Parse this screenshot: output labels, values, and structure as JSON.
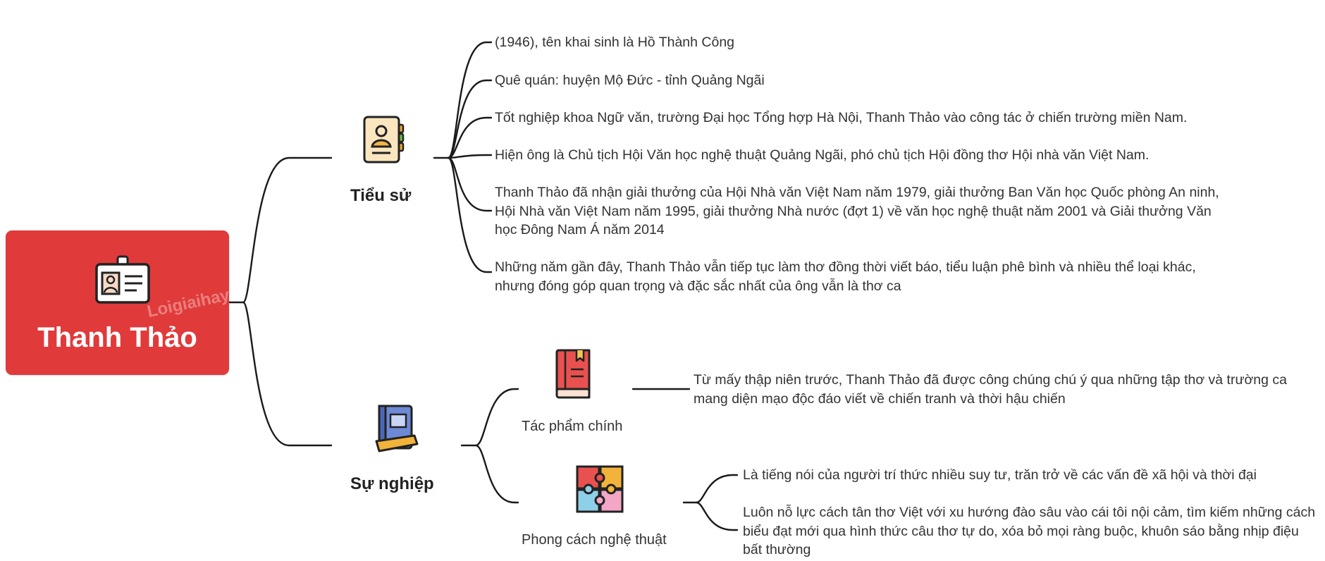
{
  "root": {
    "title": "Thanh Thảo",
    "icon": "id-card-icon",
    "watermark": "Loigiaihay"
  },
  "branches": {
    "tieu_su": {
      "label": "Tiểu sử",
      "icon": "contact-book-icon",
      "items": [
        "(1946), tên khai sinh là Hồ Thành Công",
        "Quê quán: huyện Mộ Đức - tỉnh Quảng Ngãi",
        "Tốt nghiệp khoa Ngữ văn, trường Đại học Tổng hợp Hà Nội, Thanh Thảo vào công tác ở chiến trường miền Nam.",
        "Hiện ông là Chủ tịch Hội Văn học nghệ thuật Quảng Ngãi, phó chủ tịch Hội đồng thơ Hội nhà văn Việt Nam.",
        "Thanh Thảo đã nhận giải thưởng của Hội Nhà văn Việt Nam năm 1979, giải thưởng Ban Văn học Quốc phòng An ninh, Hội Nhà văn Việt Nam năm 1995, giải thưởng Nhà nước (đợt 1) về văn học nghệ thuật năm 2001 và Giải thưởng Văn học Đông Nam Á năm 2014",
        "Những năm gần đây, Thanh Thảo vẫn tiếp tục làm thơ đồng thời viết báo, tiểu luận phê bình và nhiều thể loại khác, nhưng đóng góp quan trọng và đặc sắc nhất của ông vẫn là thơ ca"
      ]
    },
    "su_nghiep": {
      "label": "Sự nghiệp",
      "icon": "book-icon",
      "tac_pham": {
        "label": "Tác phẩm chính",
        "icon": "red-book-icon",
        "items": [
          "Từ mấy thập niên trước, Thanh Thảo đã được công chúng chú ý qua những tập thơ và trường ca mang diện mạo độc đáo viết về chiến tranh và thời hậu chiến"
        ]
      },
      "phong_cach": {
        "label": "Phong cách nghệ thuật",
        "icon": "puzzle-icon",
        "items": [
          "Là tiếng nói của người trí thức nhiều suy tư, trăn trở về các vấn đề xã hội và thời đại",
          "Luôn nỗ lực cách tân thơ Việt với xu hướng đào sâu vào cái tôi nội cảm, tìm kiếm những cách biểu đạt mới qua hình thức câu thơ tự do, xóa bỏ mọi ràng buộc, khuôn sáo bằng nhịp điệu bất thường"
        ]
      }
    }
  },
  "colors": {
    "root": "#e03a3a",
    "line": "#1a1a1a"
  }
}
